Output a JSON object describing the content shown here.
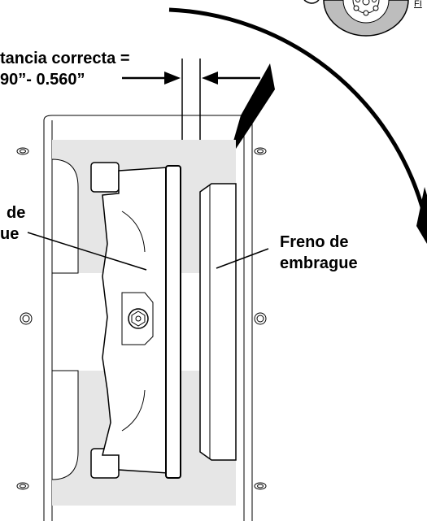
{
  "labels": {
    "distance_line1": "tancia correcta =",
    "distance_line2": "90”- 0.560”",
    "left_line1": "de",
    "left_line2": "ue",
    "brake_line1": "Freno de",
    "brake_line2": "embrague",
    "figure_ref": "FI"
  },
  "colors": {
    "line": "#000000",
    "panel_fill": "#e6e6e6",
    "part_fill": "#ffffff",
    "inset_gray": "#bdbdbd"
  }
}
